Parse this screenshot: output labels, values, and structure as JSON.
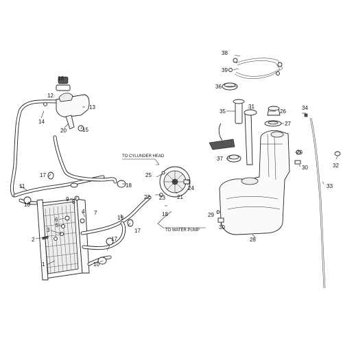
{
  "callouts": {
    "n1": "1",
    "n2": "2",
    "n3": "3",
    "n4": "4",
    "n5": "5",
    "n6": "6",
    "n7": "7",
    "n8": "8",
    "n9": "9",
    "n10a": "10",
    "n10b": "10",
    "n11": "11",
    "n12": "12",
    "n13": "13",
    "n14": "14",
    "n15": "15",
    "n16": "16",
    "n17a": "17",
    "n17b": "17",
    "n17c": "17",
    "n18a": "18",
    "n18b": "18",
    "n19": "19",
    "n20": "20",
    "n21": "21",
    "n22": "22",
    "n23": "23",
    "n24": "24",
    "n25": "25",
    "n26": "26",
    "n27": "27",
    "n28": "28",
    "n29a": "29",
    "n29b": "29",
    "n30a": "30",
    "n30b": "30",
    "n31": "31",
    "n32": "32",
    "n33": "33",
    "n34": "34",
    "n35": "35",
    "n36": "36",
    "n37": "37",
    "n38": "38",
    "n39": "39"
  },
  "annotations": {
    "to_cylinder_head": "TO CYLUNDER HEAD",
    "to_water_pump": "TO WATER PUMP"
  }
}
